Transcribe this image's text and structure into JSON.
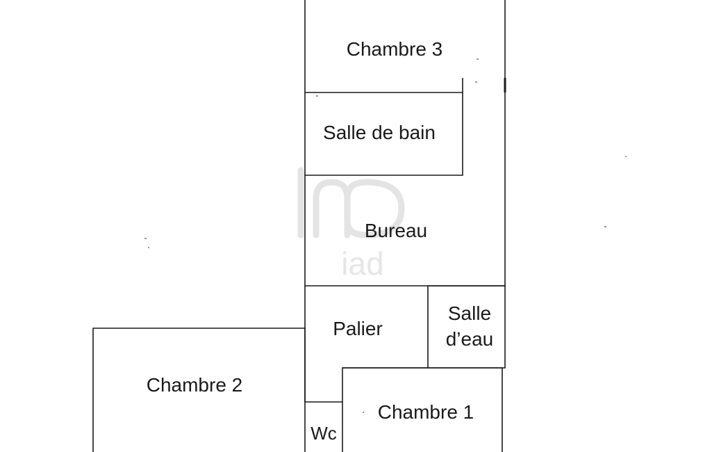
{
  "rooms": {
    "chambre3": "Chambre 3",
    "salle_de_bain": "Salle de bain",
    "bureau": "Bureau",
    "palier": "Palier",
    "salle_deau_line1": "Salle",
    "salle_deau_line2": "d’eau",
    "chambre2": "Chambre 2",
    "wc": "Wc",
    "chambre1": "Chambre 1"
  },
  "watermark": {
    "text": "iad"
  }
}
